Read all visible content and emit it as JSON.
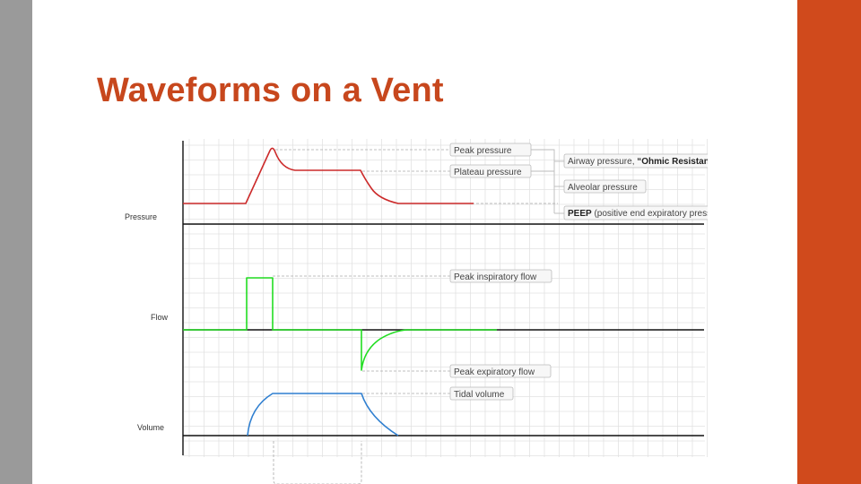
{
  "slide": {
    "title": "Waveforms on a Vent",
    "colors": {
      "title": "#c7471d",
      "left_bar": "#9a9a9a",
      "right_bar": "#d04a1c",
      "pressure": "#cc2a2a",
      "flow": "#22dd22",
      "volume": "#2f7fd0",
      "grid": "#e2e2e2",
      "baseline": "#111111"
    }
  },
  "diagram": {
    "rows": {
      "pressure": "Pressure",
      "flow": "Flow",
      "volume": "Volume"
    },
    "callouts": {
      "peak_pressure": "Peak pressure",
      "plateau_pressure": "Plateau pressure",
      "peak_inspiratory_flow": "Peak inspiratory flow",
      "peak_expiratory_flow": "Peak expiratory flow",
      "tidal_volume": "Tidal volume"
    },
    "side_callouts": {
      "airway_pressure_prefix": "Airway pressure, ",
      "airway_pressure_bold": "“Ohmic Resistance”",
      "alveolar_pressure": "Alveolar pressure",
      "peep_bold": "PEEP",
      "peep_rest": " (positive end expiratory pressure)"
    }
  }
}
